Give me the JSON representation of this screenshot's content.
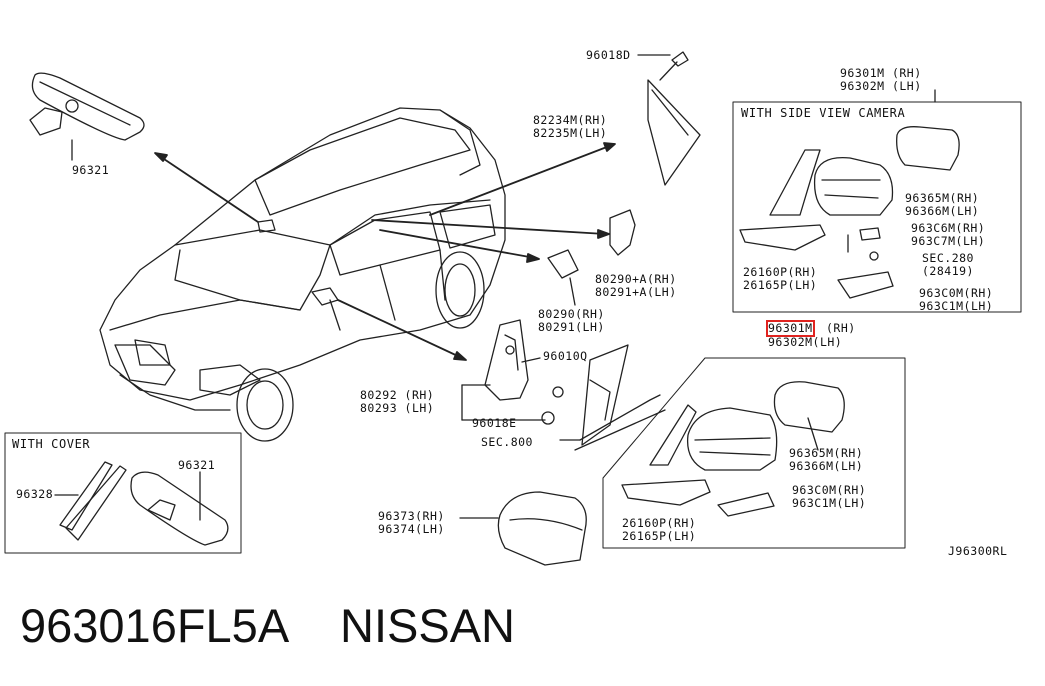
{
  "labels": {
    "p96018D": "96018D",
    "p96301M_top": "96301M (RH)",
    "p96302M_top": "96302M (LH)",
    "with_camera": "WITH SIDE VIEW CAMERA",
    "p82234M": "82234M(RH)",
    "p82235M": "82235M(LH)",
    "p96321_top": "96321",
    "p96365M_cam": "96365M(RH)",
    "p96366M_cam": "96366M(LH)",
    "p963C6M": "963C6M(RH)",
    "p963C7M": "963C7M(LH)",
    "sec280": "SEC.280",
    "sec280_sub": "(28419)",
    "p26160P_cam": "26160P(RH)",
    "p26165P_cam": "26165P(LH)",
    "p963C0M_cam": "963C0M(RH)",
    "p963C1M_cam": "963C1M(LH)",
    "p80290A": "80290+A(RH)",
    "p80291A": "80291+A(LH)",
    "p80290": "80290(RH)",
    "p80291": "80291(LH)",
    "p96301M_mid": "96301M",
    "p96301M_mid_rh": "(RH)",
    "p96302M_mid": "96302M(LH)",
    "p96010Q": "96010Q",
    "p80292": "80292 (RH)",
    "p80293": "80293 (LH)",
    "p96018E": "96018E",
    "sec800": "SEC.800",
    "p96365M": "96365M(RH)",
    "p96366M": "96366M(LH)",
    "p963C0M": "963C0M(RH)",
    "p963C1M": "963C1M(LH)",
    "p26160P": "26160P(RH)",
    "p26165P": "26165P(LH)",
    "with_cover": "WITH COVER",
    "p96321_cov": "96321",
    "p96328": "96328",
    "p96373": "96373(RH)",
    "p96374": "96374(LH)",
    "ref": "J96300RL"
  },
  "caption": {
    "part_number": "963016FL5A",
    "brand": "NISSAN"
  },
  "colors": {
    "highlight": "#e0231f",
    "ink": "#111111"
  }
}
